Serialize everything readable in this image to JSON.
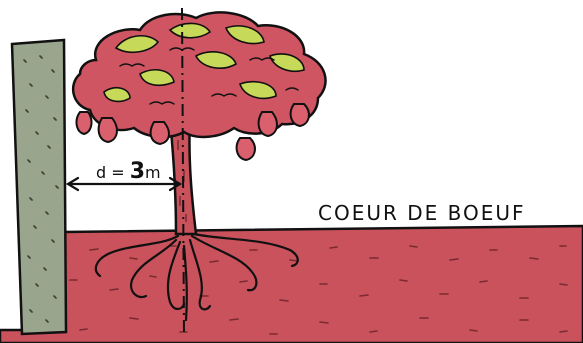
{
  "illustration": {
    "distance_label": {
      "prefix": "d = ",
      "value": "3",
      "unit": "m"
    },
    "variety_label": "COEUR DE BOEUF",
    "colors": {
      "soil": "#c9525c",
      "soil_specks": "#7a2a33",
      "wall": "#9aa58e",
      "wall_specks": "#3b4033",
      "foliage_red": "#cf5563",
      "foliage_green": "#c7d958",
      "trunk": "#c9525c",
      "fruit": "#d9606c",
      "outline": "#111111"
    },
    "icons": [
      "fruit-tree-icon",
      "wall-icon",
      "roots-icon",
      "distance-arrow-icon"
    ]
  }
}
